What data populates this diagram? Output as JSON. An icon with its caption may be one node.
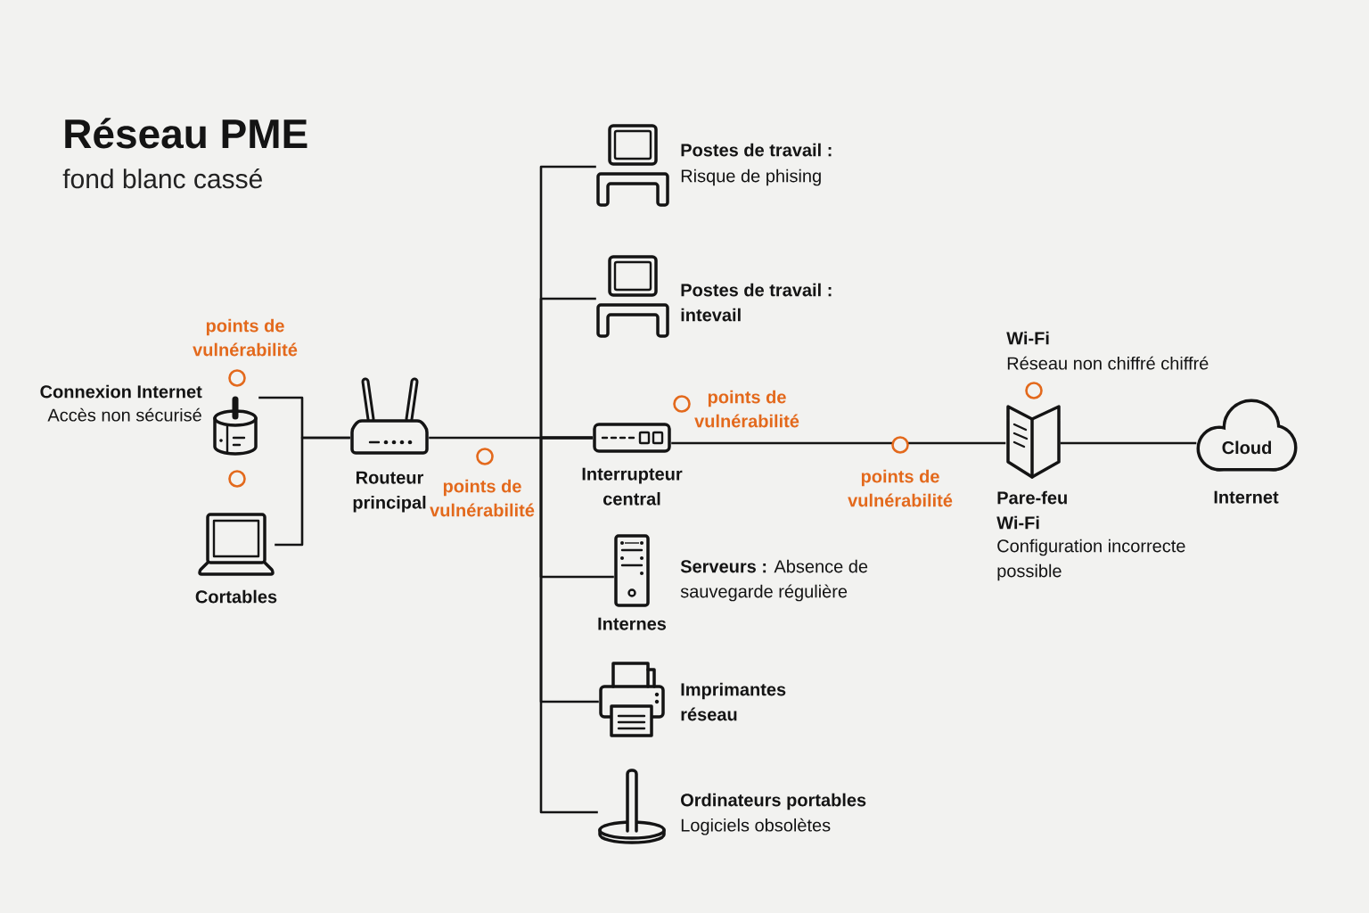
{
  "diagram": {
    "title": "Réseau PME",
    "nodes": [
      {
        "text": [],
        "shape": "picture",
        "beside": [
          "Connexion Internet",
          "Accès non sécurisé"
        ]
      },
      {
        "text": [],
        "shape": "picture",
        "beside": [
          "Cortables"
        ]
      },
      {
        "text": [],
        "shape": "picture",
        "beside": [
          "Routeur principal"
        ]
      },
      {
        "text": [],
        "shape": "picture",
        "beside": [
          "Postes de travail :",
          "Risque de phising"
        ]
      },
      {
        "text": [],
        "shape": "picture",
        "beside": [
          "Postes de travail :",
          "intevail"
        ]
      },
      {
        "text": [],
        "shape": "picture",
        "beside": [
          "Interrupteur central"
        ]
      },
      {
        "text": [],
        "shape": "picture",
        "beside": [
          "**Serveurs :** Absence de sauvegarde régulière",
          "Internes"
        ]
      },
      {
        "text": [],
        "shape": "picture",
        "beside": [
          "Imprimantes réseau"
        ]
      },
      {
        "text": [],
        "shape": "picture",
        "beside": [
          "Ordinateurs portables",
          "Logiciels obsolètes"
        ]
      },
      {
        "text": [],
        "shape": "picture",
        "beside": [
          "Wi-Fi",
          "Réseau non chiffré chiffré",
          "Pare-feu Wi-Fi",
          "Configuration incorrecte possible"
        ]
      },
      {
        "text": [
          "Cloud"
        ],
        "beside": [
          "Internet"
        ]
      }
    ],
    "edges": [
      {
        "from": 0,
        "to": 2,
        "arrow": "none"
      },
      {
        "from": 1,
        "to": 2,
        "arrow": "none"
      },
      {
        "from": 2,
        "to": 5,
        "arrow": "none"
      },
      {
        "from": 5,
        "to": 3,
        "arrow": "none"
      },
      {
        "from": 5,
        "to": 4,
        "arrow": "none"
      },
      {
        "from": 5,
        "to": 6,
        "arrow": "none"
      },
      {
        "from": 5,
        "to": 7,
        "arrow": "none"
      },
      {
        "from": 5,
        "to": 8,
        "arrow": "none"
      },
      {
        "from": 5,
        "to": 9,
        "arrow": "none"
      },
      {
        "from": 9,
        "to": 10,
        "arrow": "none"
      }
    ],
    "labels": [
      "fond blanc cassé",
      "points de vulnérabilité",
      "points de vulnérabilité",
      "points de vulnérabilité",
      "points de vulnérabilité"
    ]
  }
}
